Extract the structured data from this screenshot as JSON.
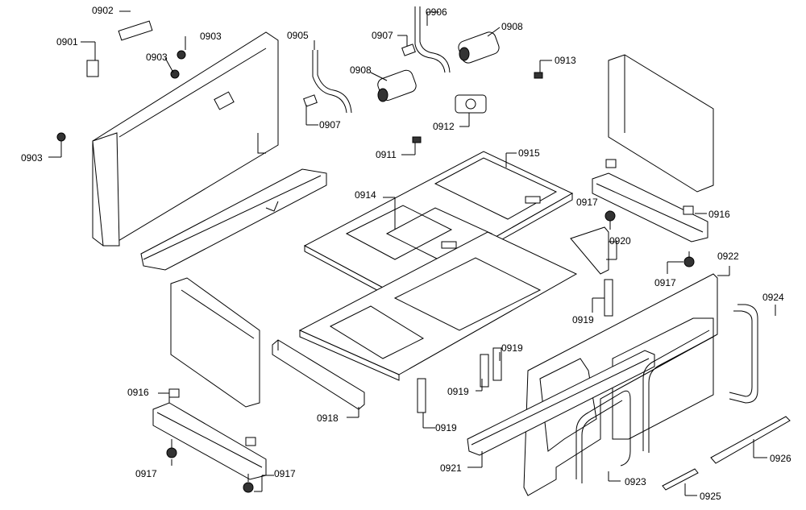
{
  "labels": {
    "p0901": "0901",
    "p0902": "0902",
    "p0903a": "0903",
    "p0903b": "0903",
    "p0903c": "0903",
    "p0905": "0905",
    "p0906": "0906",
    "p0907a": "0907",
    "p0907b": "0907",
    "p0908a": "0908",
    "p0908b": "0908",
    "p0911": "0911",
    "p0912": "0912",
    "p0913": "0913",
    "p0914": "0914",
    "p0915": "0915",
    "p0916a": "0916",
    "p0916b": "0916",
    "p0917a": "0917",
    "p0917b": "0917",
    "p0917c": "0917",
    "p0917d": "0917",
    "p0918": "0918",
    "p0919a": "0919",
    "p0919b": "0919",
    "p0919c": "0919",
    "p0919d": "0919",
    "p0920": "0920",
    "p0921": "0921",
    "p0922": "0922",
    "p0923": "0923",
    "p0924": "0924",
    "p0925": "0925",
    "p0926": "0926"
  }
}
